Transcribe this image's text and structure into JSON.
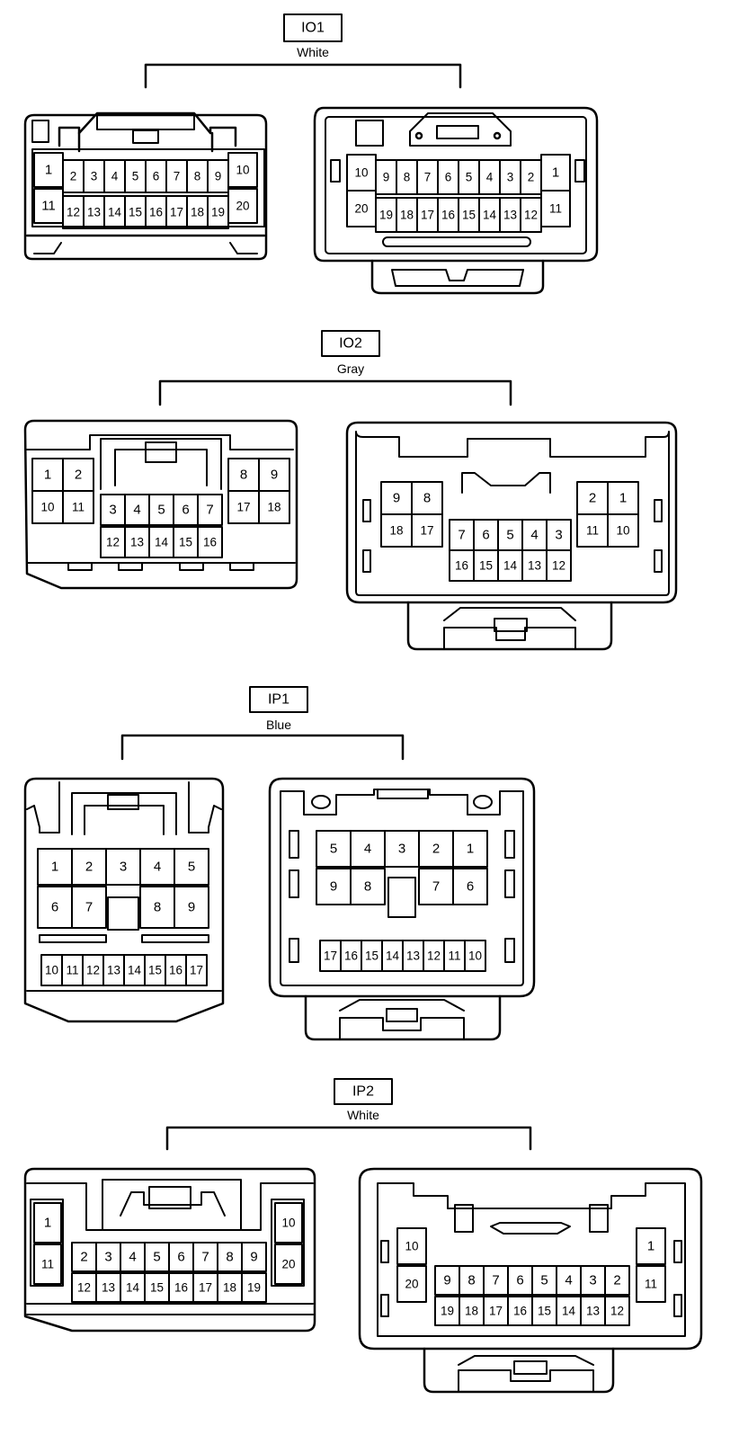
{
  "connectors": [
    {
      "code": "IO1",
      "color": "White",
      "left": {
        "top": [
          "1",
          "2",
          "3",
          "4",
          "5",
          "6",
          "7",
          "8",
          "9",
          "10"
        ],
        "bottom": [
          "11",
          "12",
          "13",
          "14",
          "15",
          "16",
          "17",
          "18",
          "19",
          "20"
        ]
      },
      "right": {
        "top": [
          "10",
          "9",
          "8",
          "7",
          "6",
          "5",
          "4",
          "3",
          "2",
          "1"
        ],
        "bottom": [
          "20",
          "19",
          "18",
          "17",
          "16",
          "15",
          "14",
          "13",
          "12",
          "11"
        ]
      }
    },
    {
      "code": "IO2",
      "color": "Gray",
      "left": {
        "top": [
          "1",
          "2",
          "3",
          "4",
          "5",
          "6",
          "7",
          "8",
          "9"
        ],
        "bottom": [
          "10",
          "11",
          "12",
          "13",
          "14",
          "15",
          "16",
          "17",
          "18"
        ]
      },
      "right": {
        "top": [
          "9",
          "8",
          "7",
          "6",
          "5",
          "4",
          "3",
          "2",
          "1"
        ],
        "bottom": [
          "18",
          "17",
          "16",
          "15",
          "14",
          "13",
          "12",
          "11",
          "10"
        ]
      }
    },
    {
      "code": "IP1",
      "color": "Blue",
      "left": {
        "row1": [
          "1",
          "2",
          "3",
          "4",
          "5"
        ],
        "row2": [
          "6",
          "7",
          "8",
          "9"
        ],
        "row3": [
          "10",
          "11",
          "12",
          "13",
          "14",
          "15",
          "16",
          "17"
        ]
      },
      "right": {
        "row1": [
          "5",
          "4",
          "3",
          "2",
          "1"
        ],
        "row2": [
          "9",
          "8",
          "7",
          "6"
        ],
        "row3": [
          "17",
          "16",
          "15",
          "14",
          "13",
          "12",
          "11",
          "10"
        ]
      }
    },
    {
      "code": "IP2",
      "color": "White",
      "left": {
        "top": [
          "1",
          "2",
          "3",
          "4",
          "5",
          "6",
          "7",
          "8",
          "9",
          "10"
        ],
        "bottom": [
          "11",
          "12",
          "13",
          "14",
          "15",
          "16",
          "17",
          "18",
          "19",
          "20"
        ]
      },
      "right": {
        "top": [
          "10",
          "9",
          "8",
          "7",
          "6",
          "5",
          "4",
          "3",
          "2",
          "1"
        ],
        "bottom": [
          "20",
          "19",
          "18",
          "17",
          "16",
          "15",
          "14",
          "13",
          "12",
          "11"
        ]
      }
    }
  ]
}
